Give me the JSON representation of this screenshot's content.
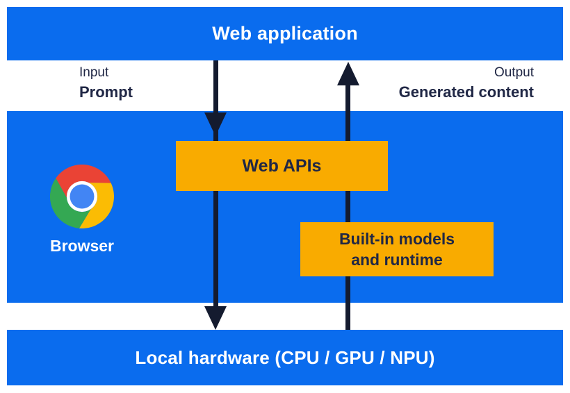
{
  "colors": {
    "band_blue": "#0a6cee",
    "box_yellow": "#f9ab00",
    "arrow_ink": "#141b2f",
    "text_dark_navy": "#202745",
    "text_white": "#ffffff",
    "chrome_red": "#ea4335",
    "chrome_yellow": "#fbbc04",
    "chrome_green": "#34a853",
    "chrome_blue": "#4285f4"
  },
  "top_bar": {
    "label": "Web application"
  },
  "io": {
    "input_caption": "Input",
    "input_label": "Prompt",
    "output_caption": "Output",
    "output_label": "Generated content"
  },
  "browser": {
    "label": "Browser",
    "logo_icon": "chrome-logo"
  },
  "middle": {
    "web_apis_label": "Web APIs",
    "built_in_line1": "Built-in models",
    "built_in_line2": "and runtime"
  },
  "bottom_bar": {
    "label": "Local hardware (CPU / GPU / NPU)"
  }
}
